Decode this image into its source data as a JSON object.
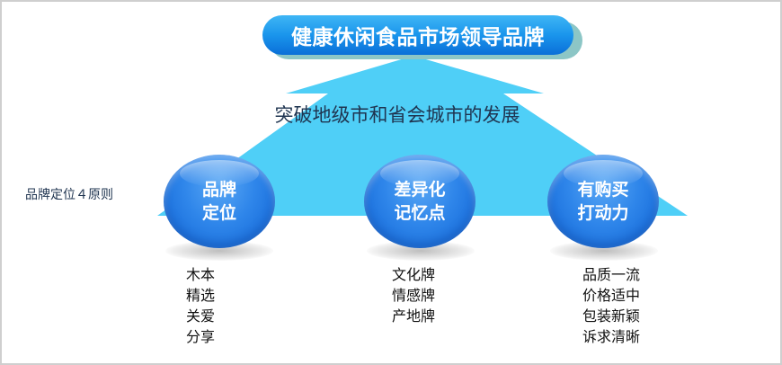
{
  "banner": {
    "title": "健康休闲食品市场领导品牌"
  },
  "arrow": {
    "label": "突破地级市和省会城市的发展",
    "color": "#4fcff7"
  },
  "side_label": "品牌定位４原则",
  "principles": [
    {
      "line1": "品牌",
      "line2": "定位",
      "items": [
        "木本",
        "精选",
        "关爱",
        "分享"
      ]
    },
    {
      "line1": "差异化",
      "line2": "记忆点",
      "items": [
        "文化牌",
        "情感牌",
        "产地牌"
      ]
    },
    {
      "line1": "有购买",
      "line2": "打动力",
      "items": [
        "品质一流",
        "价格适中",
        "包装新颖",
        "诉求清晰"
      ]
    }
  ],
  "colors": {
    "banner_blue": "#1a95ec",
    "orb_blue": "#2f86ea",
    "arrow_cyan": "#4fcff7",
    "text_dark": "#1f3450"
  }
}
